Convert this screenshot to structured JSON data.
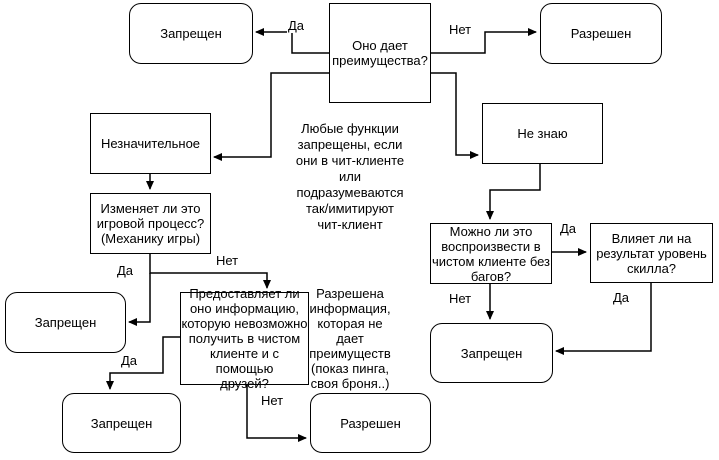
{
  "diagram": {
    "nodes": {
      "forbidden_top": {
        "label": "Запрещен"
      },
      "advantage": {
        "label": "Оно дает\nпреимущества?"
      },
      "allowed_top": {
        "label": "Разрешен"
      },
      "insignificant": {
        "label": "Незначительное"
      },
      "unknown": {
        "label": "Не знаю"
      },
      "gameplay": {
        "label": "Изменяет ли это\nигровой процесс?\n(Механику игры)"
      },
      "reproduce": {
        "label": "Можно ли это\nвоспроизвести в\nчистом клиенте без\nбагов?"
      },
      "skill": {
        "label": "Влияет ли на\nрезультат уровень\nскилла?"
      },
      "forbidden_mid": {
        "label": "Запрещен"
      },
      "info": {
        "label": "Предоставляет ли\nоно информацию,\nкоторую невозможно\nполучить в чистом\nклиенте и с помощью\nдрузей?"
      },
      "forbidden_right": {
        "label": "Запрещен"
      },
      "forbidden_bottom": {
        "label": "Запрещен"
      },
      "allowed_bottom": {
        "label": "Разрешен"
      }
    },
    "edge_labels": {
      "advantage_yes": "Да",
      "advantage_no": "Нет",
      "gameplay_yes": "Да",
      "gameplay_no": "Нет",
      "info_yes": "Да",
      "info_no": "Нет",
      "reproduce_yes": "Да",
      "reproduce_no": "Нет",
      "skill_yes": "Да"
    },
    "notes": {
      "cheat_client": "Любые функции\nзапрещены, если\nони в чит-клиенте\nили\nподразумеваются\nтак/имитируют\nчит-клиент",
      "allowed_info": "Разрешена\nинформация,\nкоторая не\nдает\nпреимуществ\n(показ пинга,\nсвоя броня..)"
    },
    "colors": {
      "stroke": "#000000",
      "background": "#ffffff"
    }
  }
}
